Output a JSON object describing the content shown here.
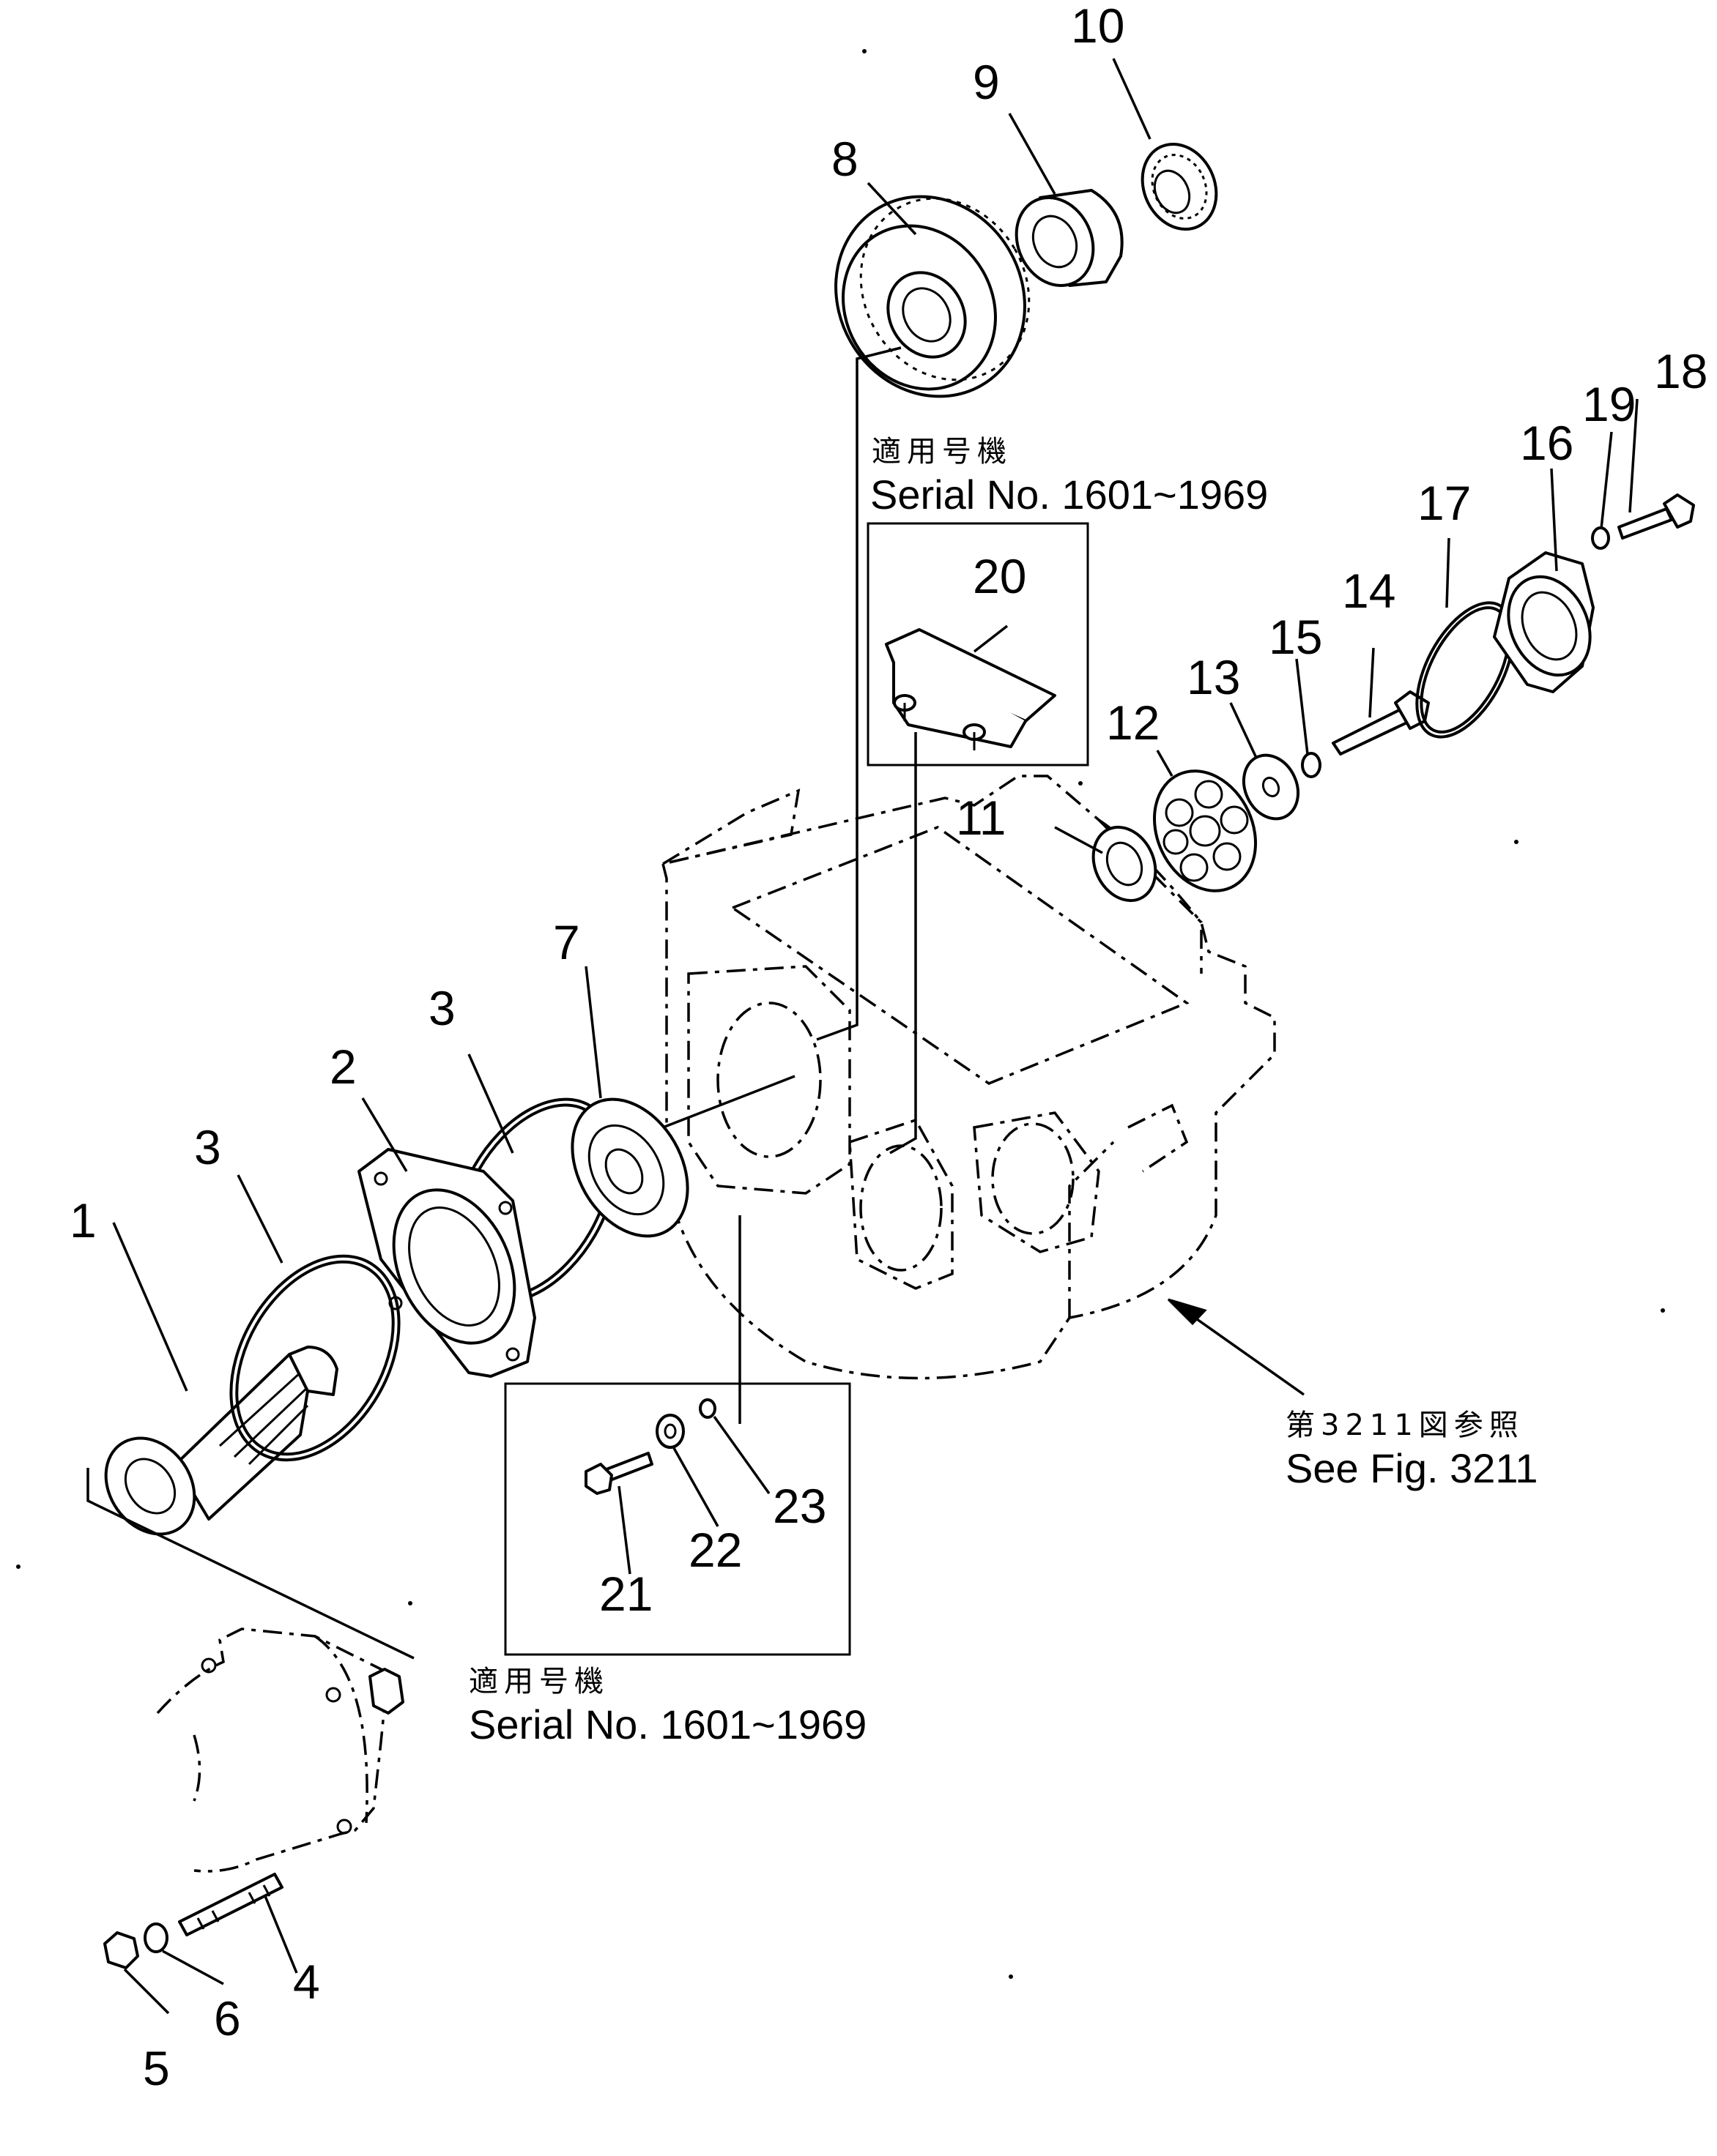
{
  "callouts": {
    "c1": "1",
    "c2": "2",
    "c3a": "3",
    "c3b": "3",
    "c4": "4",
    "c5": "5",
    "c6": "6",
    "c7": "7",
    "c8": "8",
    "c9": "9",
    "c10": "10",
    "c11": "11",
    "c12": "12",
    "c13": "13",
    "c14": "14",
    "c15": "15",
    "c16": "16",
    "c17": "17",
    "c18": "18",
    "c19": "19",
    "c20": "20",
    "c21": "21",
    "c22": "22",
    "c23": "23"
  },
  "notes": {
    "top_applicable_jp": "適用号機",
    "top_serial": "Serial No. 1601~1969",
    "bottom_applicable_jp": "適用号機",
    "bottom_serial": "Serial No. 1601~1969",
    "ref_jp": "第3211図参照",
    "ref_en": "See Fig. 3211"
  }
}
